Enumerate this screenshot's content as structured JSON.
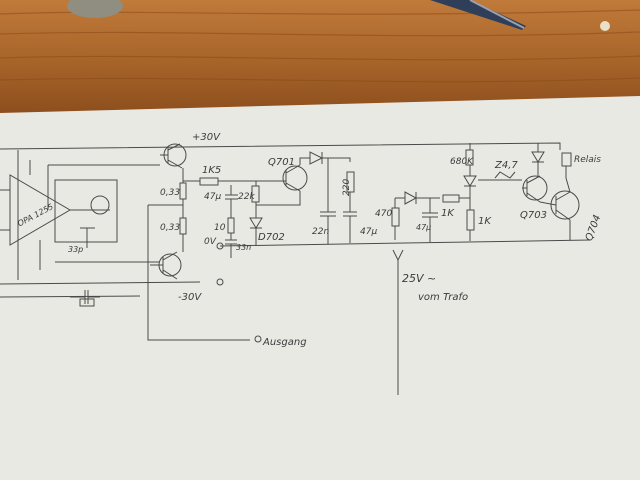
{
  "scene": {
    "table_color": "#a8652a",
    "paper_color": "#e9e9e4",
    "pencil_color": "#4a4a4a"
  },
  "labels": {
    "supply_pos": "+30V",
    "supply_neg": "-30V",
    "q701": "Q701",
    "r_1k5": "1K5",
    "r_033_top": "0,33",
    "r_033_bot": "0,33",
    "c_47u_a": "47µ",
    "r_22k": "22k",
    "r_10": "10",
    "c_33n": "33n",
    "d702": "D702",
    "zero_v": "0V",
    "c_22n": "22n",
    "r_220": "220",
    "c_47u_b": "47µ",
    "r_470": "470",
    "c_47u_c": "47µ",
    "r_1k_a": "1K",
    "r_680k": "680K",
    "zener": "Z4,7",
    "r_1k_b": "1K",
    "q703": "Q703",
    "q704": "Q704",
    "relais": "Relais",
    "v25": "25V ~",
    "vom_trafo": "vom Trafo",
    "ausgang": "Ausgang",
    "opamp": "OPA 1255",
    "c_33p": "33p"
  }
}
